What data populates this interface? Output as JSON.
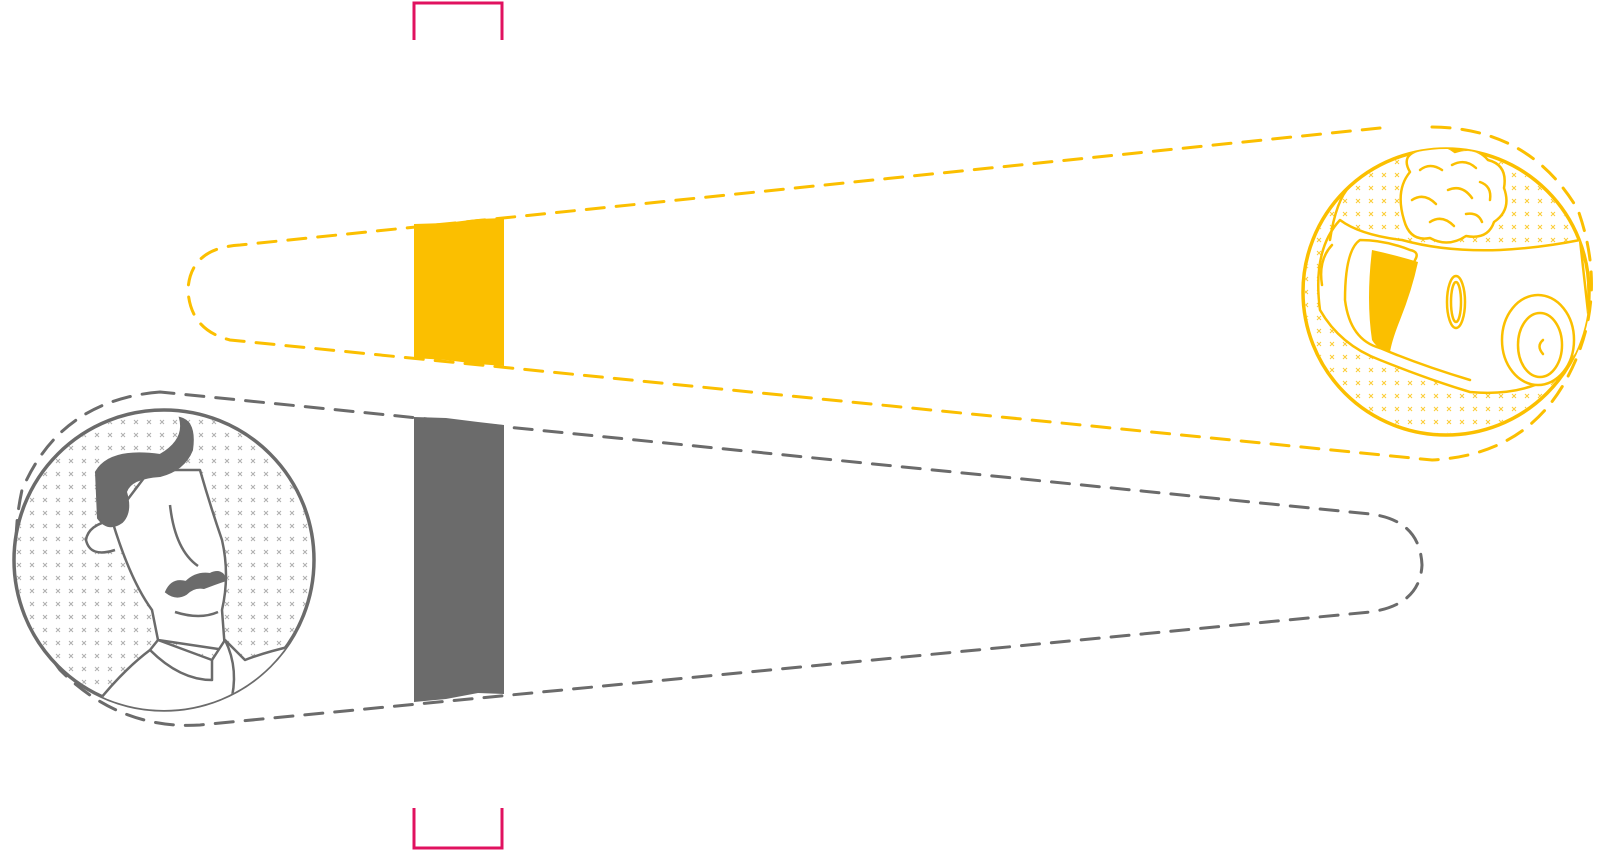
{
  "colors": {
    "background": "#ffffff",
    "human_track": "#6b6b6b",
    "machine_track": "#fbbf00",
    "bracket_marker": "#e0115f"
  },
  "icons": {
    "human": "mustached-man-portrait-icon",
    "machine": "robot-head-with-brain-icon"
  },
  "tracks": [
    {
      "id": "human",
      "color": "#6b6b6b",
      "style": "dashed",
      "shape": "hairpin-loop"
    },
    {
      "id": "machine",
      "color": "#fbbf00",
      "style": "dashed",
      "shape": "hairpin-loop"
    }
  ]
}
